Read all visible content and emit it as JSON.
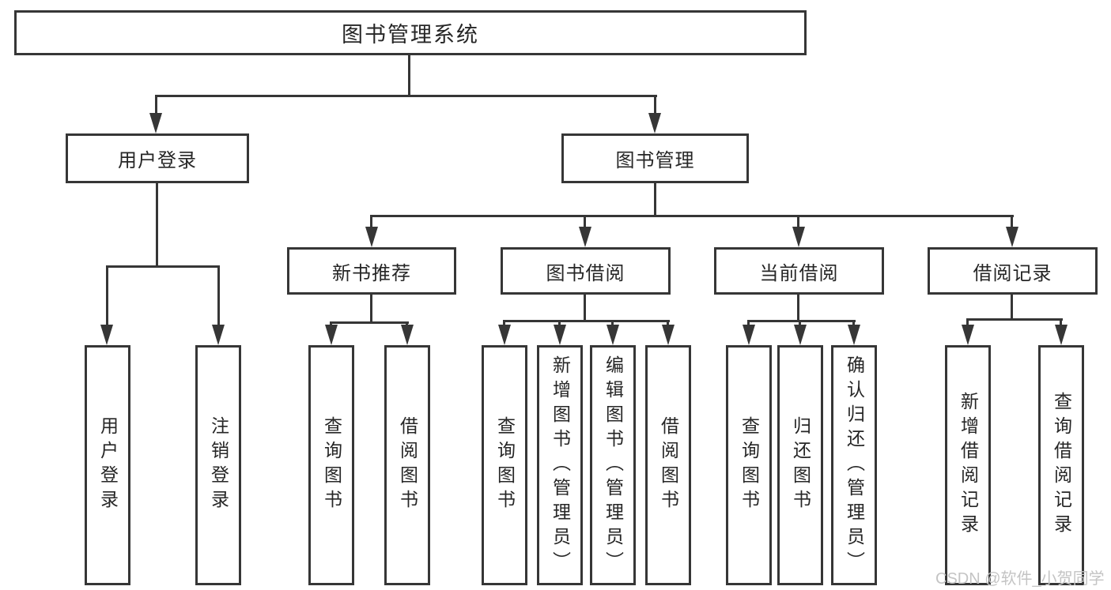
{
  "root": {
    "label": "图书管理系统"
  },
  "branches": [
    {
      "label": "用户登录",
      "children": [
        "用户登录",
        "注销登录"
      ]
    },
    {
      "label": "图书管理",
      "groups": [
        {
          "label": "新书推荐",
          "children": [
            "查询图书",
            "借阅图书"
          ]
        },
        {
          "label": "图书借阅",
          "children": [
            "查询图书",
            "新增图书（管理员）",
            "编辑图书（管理员）",
            "借阅图书"
          ]
        },
        {
          "label": "当前借阅",
          "children": [
            "查询图书",
            "归还图书",
            "确认归还（管理员）"
          ]
        },
        {
          "label": "借阅记录",
          "children": [
            "新增借阅记录",
            "查询借阅记录"
          ]
        }
      ]
    }
  ],
  "watermark": "CSDN @软件_小贺同学",
  "colors": {
    "line": "#363636",
    "text": "#262626",
    "background": "#ffffff",
    "watermark": "#c4c4c4"
  }
}
